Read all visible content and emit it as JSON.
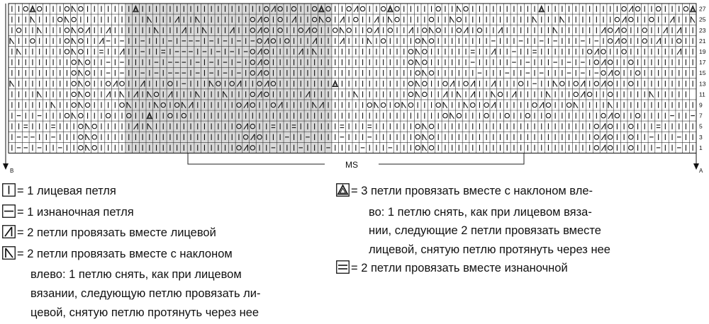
{
  "chart": {
    "ms_label": "MS",
    "arrow_left_label": "B",
    "arrow_right_label": "A",
    "shaded_cols": [
      17,
      47
    ],
    "row_numbers": [
      "27",
      "25",
      "23",
      "21",
      "19",
      "17",
      "15",
      "13",
      "11",
      "9",
      "7",
      "5",
      "3",
      "1"
    ],
    "symbols": {
      "|": "knit",
      "-": "purl",
      "o": "yarn-over",
      "/": "k2tog",
      "\\": "ssk",
      "^": "sk2p",
      "=": "p2tog"
    },
    "rows": [
      "||o^o|||o\\o|||||||^||||||||||||||||||o/o|o||o^o||o/o||o^o|||||o||\\o||||||||||^|||||||||||o/o||o|||o^o||",
      "|||\\|||o\\o||||||||||\\|||/||\\|||||||o/o|o|/||o\\o|/|o||/|\\o||||o||\\o||||||||||\\|||\\|||||||o/o||o||/||\\|||",
      "|o||\\|||o\\o/||/||||||\\|||/||\\|||/||o/o|o||o/o||o\\o||o/|o||/|o\\o||o/|o||/|||||||\\||||||/o/o||o||/|/||||",
      "\\||o||||o\\o||/-|-||-|||-|---|-|-|-|-o/o|o|||/|||/|||\\|o||||o\\o||||||||-|||-||-|-|||-|-|o/o||o|/||o||||",
      "|\\||||||o\\o||=||/||-||=|---|-|-|-|-o/o||||/|\\|||||||||||||o\\o||||||=||/||-||=|||||||o/o||o|||||||/|||",
      "|||||||||o\\o||-|-||||-|---|-|-|-|-|o/o||||||||||||||||||||o\\o||||||-|||||-|-|||-|-|-|o/o||o|||||||||||",
      "|||||||||o\\o||-|-||-|-|---|-|-|-|-|o/o|||||||||||||||||||||o\\o||||||-|||-||-|-|||-|-|-o/o||o|||||||||||",
      "\\||||||||o\\o||o/o||/|||o|-|||\\o|o/||o/o||||||||^||||||||||o\\o||o/|o/||/|||o|-||\\o|o/|o/o||o|||||||||||",
      "||||\\||||o\\o||/|\\|/|\\o|/|||\\|||\\|||o/o|||||/||||||\\|||||||o\\o||/|\\|/||\\o|/||||\\|||o/o||o|||||\\|||||",
      "||||||\\||o\\o||||o\\|||\\o|o\\/||||||o/o||o/||||\\/||||||o\\o|o\\o|||o\\||\\o|o/|||||o/o||o\\||||\\||||||||||||",
      "|-||-|||o\\o|||o||o||^||o|o|||||||||||||||||||||||||||||||||||||o\\o|||o||o||o||o|||||||o/o||o||||-||-|",
      "||=|||=|||o\\o|||||/|\\||||||||||||o/o||=||=||||||=|||=||||||o\\o|||||||||||||||||||||||o/o||o|||=||||||=|",
      "|---||-|||o\\o|||||||||||||||||||||o/o|||-||-||||-|||-||||||o\\o|||||||||||||||||||||||o/o||o||-|||-|||-|",
      "|--|-||-||o\\o||||||||||||||||||||o/o||-|||-|||-||||-|||-|||o\\o|||||||||||||||||||||||o/o||o|||-||-|||-|"
    ]
  },
  "legend": {
    "left": [
      {
        "symbol": "knit",
        "text": "= 1 лицевая петля",
        "cont": []
      },
      {
        "symbol": "purl",
        "text": "= 1 изнаночная петля",
        "cont": []
      },
      {
        "symbol": "k2tog",
        "text": "= 2 петли провязать вместе лицевой",
        "cont": []
      },
      {
        "symbol": "ssk",
        "text": "= 2 петли провязать вместе с наклоном",
        "cont": [
          "влево: 1 петлю снять, как при лицевом",
          "вязании, следующую петлю провязать ли-",
          "цевой, снятую петлю протянуть через нее"
        ]
      }
    ],
    "right": [
      {
        "symbol": "sk2p",
        "text": "= 3 петли провязать вместе с наклоном вле-",
        "cont": [
          "во: 1 петлю снять, как при лицевом вяза-",
          "нии, следующие 2 петли провязать вместе",
          "лицевой, снятую петлю протянуть через нее"
        ]
      },
      {
        "symbol": "p2tog",
        "text": "= 2 петли провязать вместе изнаночной",
        "cont": []
      }
    ]
  }
}
